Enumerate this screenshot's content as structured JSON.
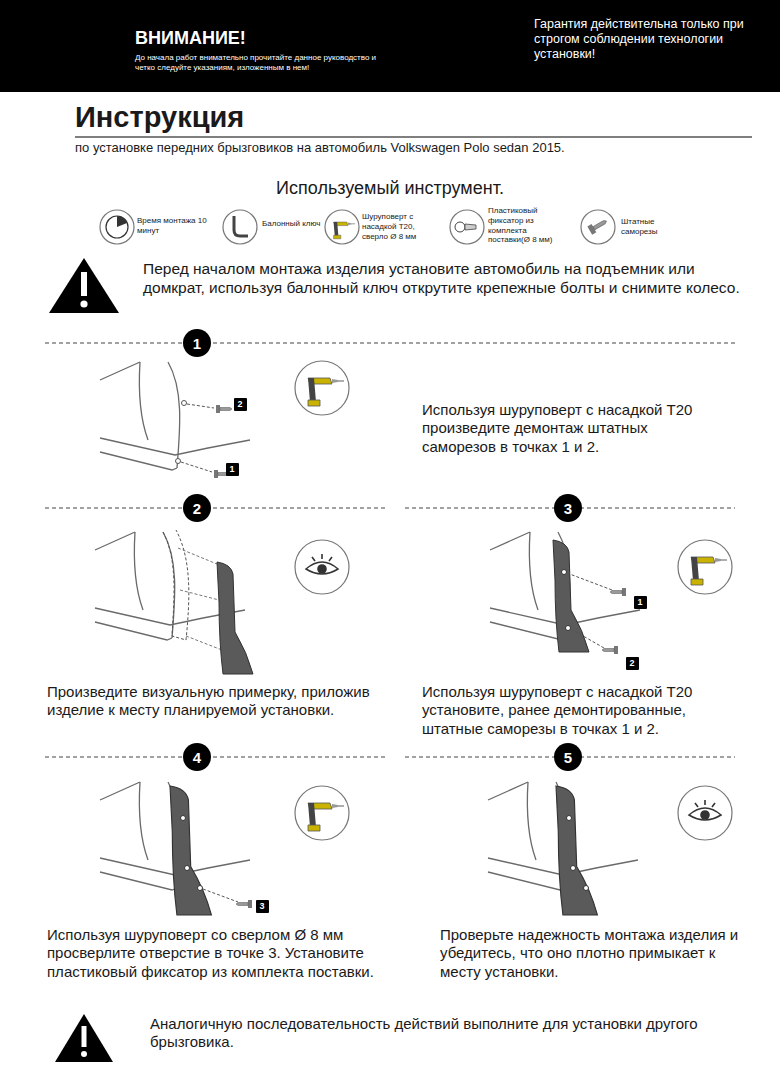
{
  "diagram": {
    "title": "Инструкция",
    "nodes": [
      {
        "text": [
          "ВНИМАНИЕ!",
          "До начала работ внимательно прочитайте данное руководство и четко следуйте указаниям, изложенным в нем!",
          "Гарантия действительна только при строгом соблюдении технологии установки!"
        ]
      },
      {
        "text": [
          "1"
        ]
      },
      {
        "text": [
          "2"
        ]
      },
      {
        "text": [
          "1"
        ]
      },
      {
        "text": [
          "2"
        ]
      },
      {
        "text": [
          "3"
        ]
      },
      {
        "text": [
          "1"
        ]
      },
      {
        "text": [
          "2"
        ]
      },
      {
        "text": [
          "4"
        ]
      },
      {
        "text": [
          "3"
        ]
      },
      {
        "text": [
          "5"
        ]
      }
    ],
    "labels": [
      "по установке передних брызговиков на автомобиль Volkswagen Polo sedan 2015.",
      "Используемый инструмент.",
      "Время монтажа 10 минут",
      "Балонный ключ",
      "Шуруповерт с насадкой Т20, сверло Ø 8 мм",
      "Пластиковый фиксатор из комплекта поставки(Ø 8 мм)",
      "Штатные саморезы",
      "Перед началом монтажа изделия установите автомобиль на подъемник или домкрат, используя балонный ключ открутите крепежные болты и снимите колесо.",
      "Используя шуруповерт с насадкой Т20 произведите демонтаж штатных саморезов в точках 1 и 2.",
      "Произведите визуальную примерку, приложив изделие к месту планируемой установки.",
      "Используя шуруповерт с насадкой Т20 установите, ранее демонтированные, штатные саморезы в точках 1 и 2.",
      "Используя шуруповерт со сверлом Ø 8 мм просверлите отверстие в точке 3. Установите пластиковый фиксатор из комплекта поставки.",
      "Проверьте надежность монтажа изделия и убедитесь, что оно плотно примыкает к месту установки.",
      "Аналогичную последовательность действий выполните для установки другого брызговика."
    ]
  }
}
